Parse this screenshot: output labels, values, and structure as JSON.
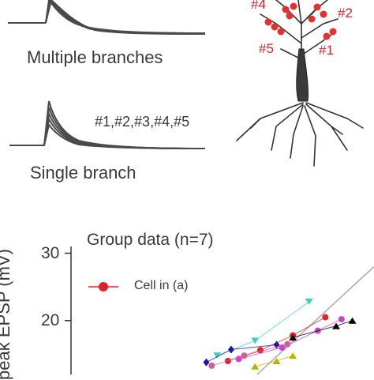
{
  "panel_a": {
    "multiple_label": "Multiple branches",
    "single_label": "Single branch",
    "branch_list": "#1,#2,#3,#4,#5",
    "sites": [
      "#4",
      "#2",
      "#5",
      "#1"
    ],
    "trace_color": "#4a4a4a",
    "site_color": "#e0202a"
  },
  "panel_b": {
    "title": "Group data (n=7)",
    "legend_label": "Cell in (a)",
    "ylabel": "peak EPSP (mV)"
  },
  "chart_data": {
    "type": "scatter",
    "title": "Group data (n=7)",
    "ylabel": "peak EPSP (mV)",
    "yticks": [
      20,
      30
    ],
    "ylim": [
      12,
      31
    ],
    "xlim": [
      0,
      28
    ],
    "series": [
      {
        "name": "Cell in (a)",
        "color": "#e0202a",
        "marker": "circle",
        "points": [
          [
            14.5,
            14.0
          ],
          [
            17.5,
            15.6
          ],
          [
            20.5,
            17.8
          ],
          [
            23.5,
            20.5
          ]
        ]
      },
      {
        "color": "#40d0c0",
        "marker": "triangle-down",
        "points": [
          [
            13.5,
            14.8
          ],
          [
            17.0,
            17.0
          ],
          [
            22.0,
            22.8
          ]
        ]
      },
      {
        "color": "#1a1aa0",
        "marker": "diamond",
        "points": [
          [
            12.5,
            13.8
          ],
          [
            14.8,
            15.7
          ],
          [
            19.0,
            16.4
          ]
        ]
      },
      {
        "color": "#d040d0",
        "marker": "circle",
        "points": [
          [
            15.5,
            14.3
          ],
          [
            19.5,
            16.0
          ],
          [
            22.8,
            18.5
          ],
          [
            25.0,
            20.2
          ]
        ]
      },
      {
        "color": "#d06090",
        "marker": "circle",
        "points": [
          [
            13.0,
            13.3
          ],
          [
            16.0,
            14.8
          ],
          [
            20.0,
            16.5
          ]
        ]
      },
      {
        "color": "#000000",
        "marker": "triangle-up",
        "points": [
          [
            20.5,
            17.5
          ],
          [
            24.5,
            19.2
          ],
          [
            26.0,
            20.0
          ]
        ]
      },
      {
        "color": "#c0b000",
        "marker": "triangle-up",
        "points": [
          [
            17.0,
            13.2
          ],
          [
            19.0,
            14.0
          ],
          [
            20.5,
            14.8
          ]
        ]
      }
    ]
  }
}
